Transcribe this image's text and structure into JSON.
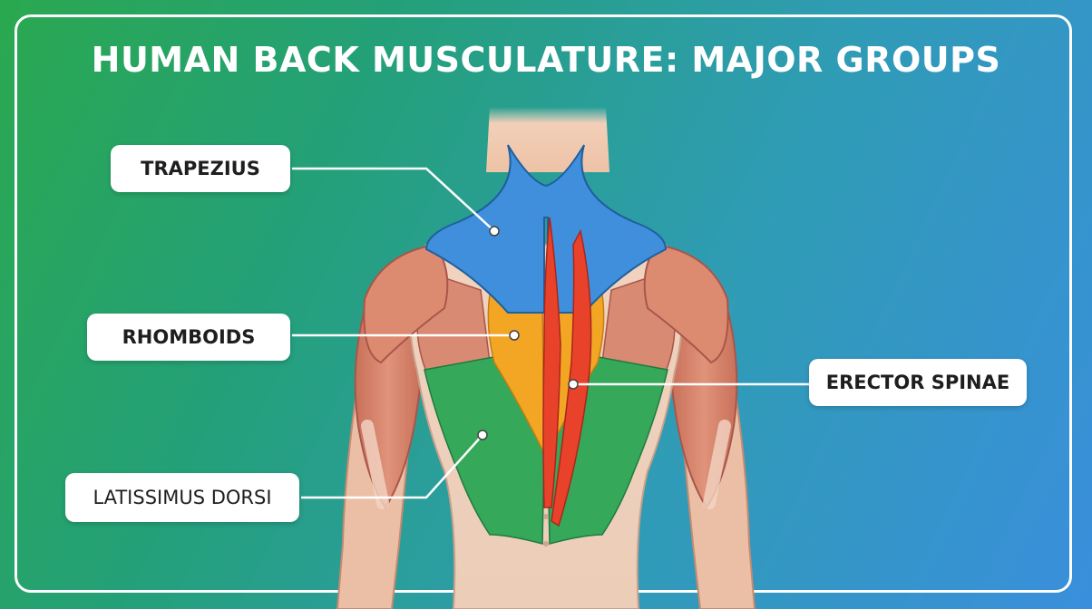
{
  "title": "HUMAN BACK MUSCULATURE: MAJOR GROUPS",
  "labels": {
    "trapezius": "TRAPEZIUS",
    "rhomboids": "RHOMBOIDS",
    "erector_spinae": "ERECTOR SPINAE",
    "latissimus_dorsi": "LATISSIMUS DORSI"
  },
  "colors": {
    "trapezius": "#3f8fdc",
    "rhomboids": "#f2a623",
    "erector_spinae": "#e8422b",
    "latissimus_dorsi": "#35a85a",
    "deltoid": "#d9826a",
    "skin": "#f2c9ad"
  }
}
